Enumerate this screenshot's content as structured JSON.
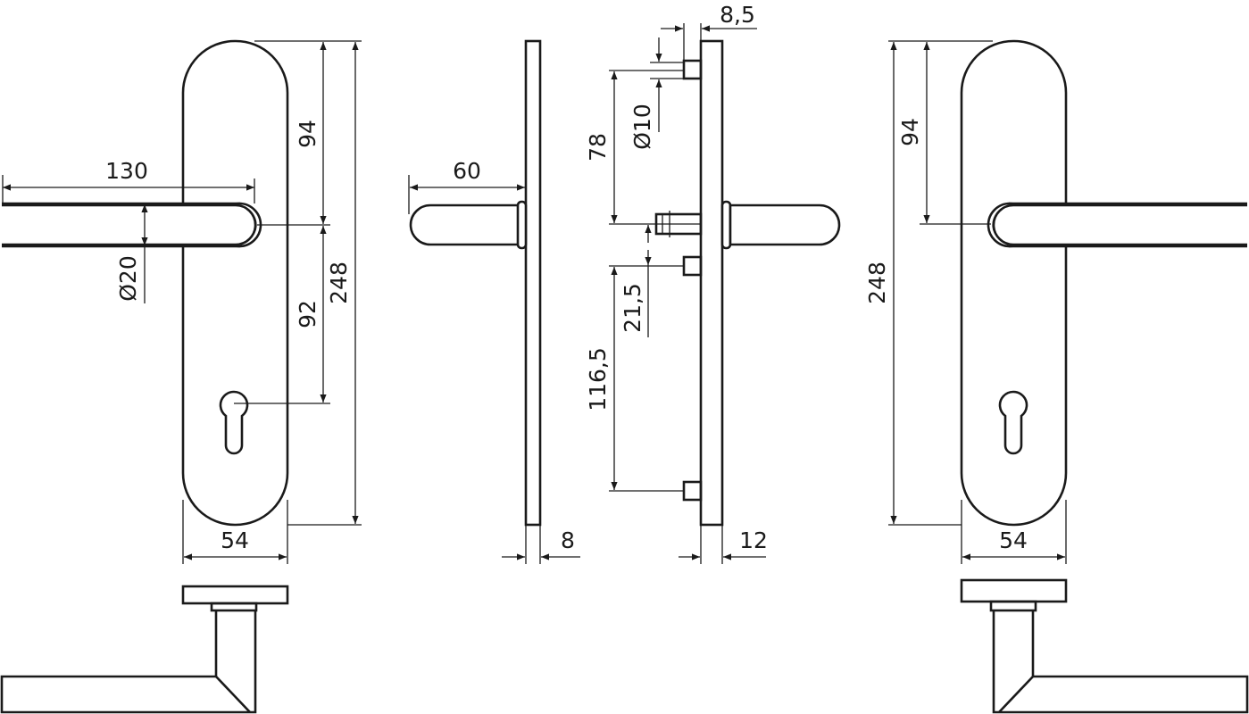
{
  "drawing": {
    "dimensions": {
      "handle_length": "130",
      "handle_diameter": "Ø20",
      "top_to_lever": "94",
      "lever_to_keyhole": "92",
      "plate_height": "248",
      "plate_width": "54",
      "side_projection": "60",
      "plate_thickness": "8",
      "pin_offset_top": "8,5",
      "screw_diameter": "Ø10",
      "screw_to_lever": "78",
      "lever_to_pin": "21,5",
      "pin_spacing": "116,5",
      "back_thickness": "12",
      "right_top_to_lever": "94",
      "right_plate_height": "248",
      "right_plate_width": "54"
    }
  }
}
